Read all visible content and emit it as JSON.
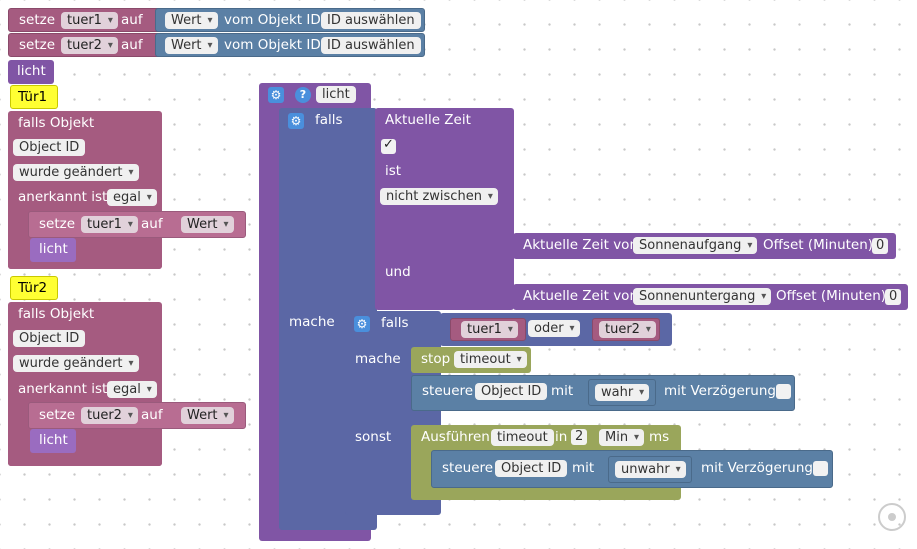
{
  "blocks": {
    "set1": {
      "setze": "setze",
      "var": "tuer1",
      "auf": "auf",
      "wert": "Wert",
      "vom": "vom Objekt ID",
      "id": "ID auswählen"
    },
    "set2": {
      "setze": "setze",
      "var": "tuer2",
      "auf": "auf",
      "wert": "Wert",
      "vom": "vom Objekt ID",
      "id": "ID auswählen"
    },
    "licht_call": "licht",
    "trigger1": {
      "title": "Tür1",
      "falls": "falls Objekt",
      "object_id": "Object ID",
      "changed": "wurde geändert",
      "ack": "anerkannt ist",
      "ack_value": "egal",
      "setze": "setze",
      "var": "tuer1",
      "auf": "auf",
      "wert": "Wert",
      "licht": "licht"
    },
    "trigger2": {
      "title": "Tür2",
      "falls": "falls Objekt",
      "object_id": "Object ID",
      "changed": "wurde geändert",
      "ack": "anerkannt ist",
      "ack_value": "egal",
      "setze": "setze",
      "var": "tuer2",
      "auf": "auf",
      "wert": "Wert",
      "licht": "licht"
    },
    "function": {
      "gear": "⚙",
      "help": "?",
      "name": "licht",
      "falls": "falls",
      "aktuelle_zeit": "Aktuelle Zeit",
      "check": "✓",
      "ist": "ist",
      "nicht_zwischen": "nicht zwischen",
      "und": "und",
      "zeit1": {
        "label": "Aktuelle Zeit von",
        "value": "Sonnenaufgang",
        "offset": "Offset (Minuten)",
        "num": "0"
      },
      "zeit2": {
        "label": "Aktuelle Zeit von",
        "value": "Sonnenuntergang",
        "offset": "Offset (Minuten)",
        "num": "0"
      },
      "mache": "mache",
      "inner": {
        "falls": "falls",
        "a": "tuer1",
        "oder": "oder",
        "b": "tuer2",
        "mache": "mache",
        "stop": "stop",
        "timeout": "timeout",
        "steuere1": {
          "label": "steuere",
          "id": "Object ID",
          "mit": "mit",
          "val": "wahr",
          "delay": "mit Verzögerung"
        },
        "sonst": "sonst",
        "ausfuehren": "Ausführen",
        "timeout2": "timeout",
        "in": "in",
        "n": "2",
        "unit": "Min",
        "ms": "ms",
        "steuere2": {
          "label": "steuere",
          "id": "Object ID",
          "mit": "mit",
          "val": "unwahr",
          "delay": "mit Verzögerung"
        }
      }
    }
  },
  "colors": {
    "variable": "#a55b80",
    "object": "#5b80a5",
    "logic": "#5b67a5",
    "function": "#8055a5",
    "timer": "#9aa65b",
    "comment": "#ffff33"
  }
}
